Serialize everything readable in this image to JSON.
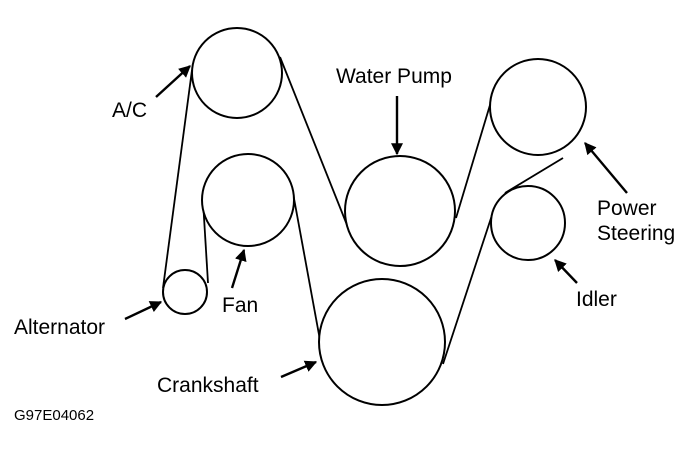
{
  "components": {
    "ac": "A/C",
    "water_pump": "Water Pump",
    "fan": "Fan",
    "alternator": "Alternator",
    "crankshaft": "Crankshaft",
    "power_steering_line1": "Power",
    "power_steering_line2": "Steering",
    "idler": "Idler"
  },
  "figure_id": "G97E04062",
  "colors": {
    "line": "#000000",
    "background": "#ffffff"
  }
}
